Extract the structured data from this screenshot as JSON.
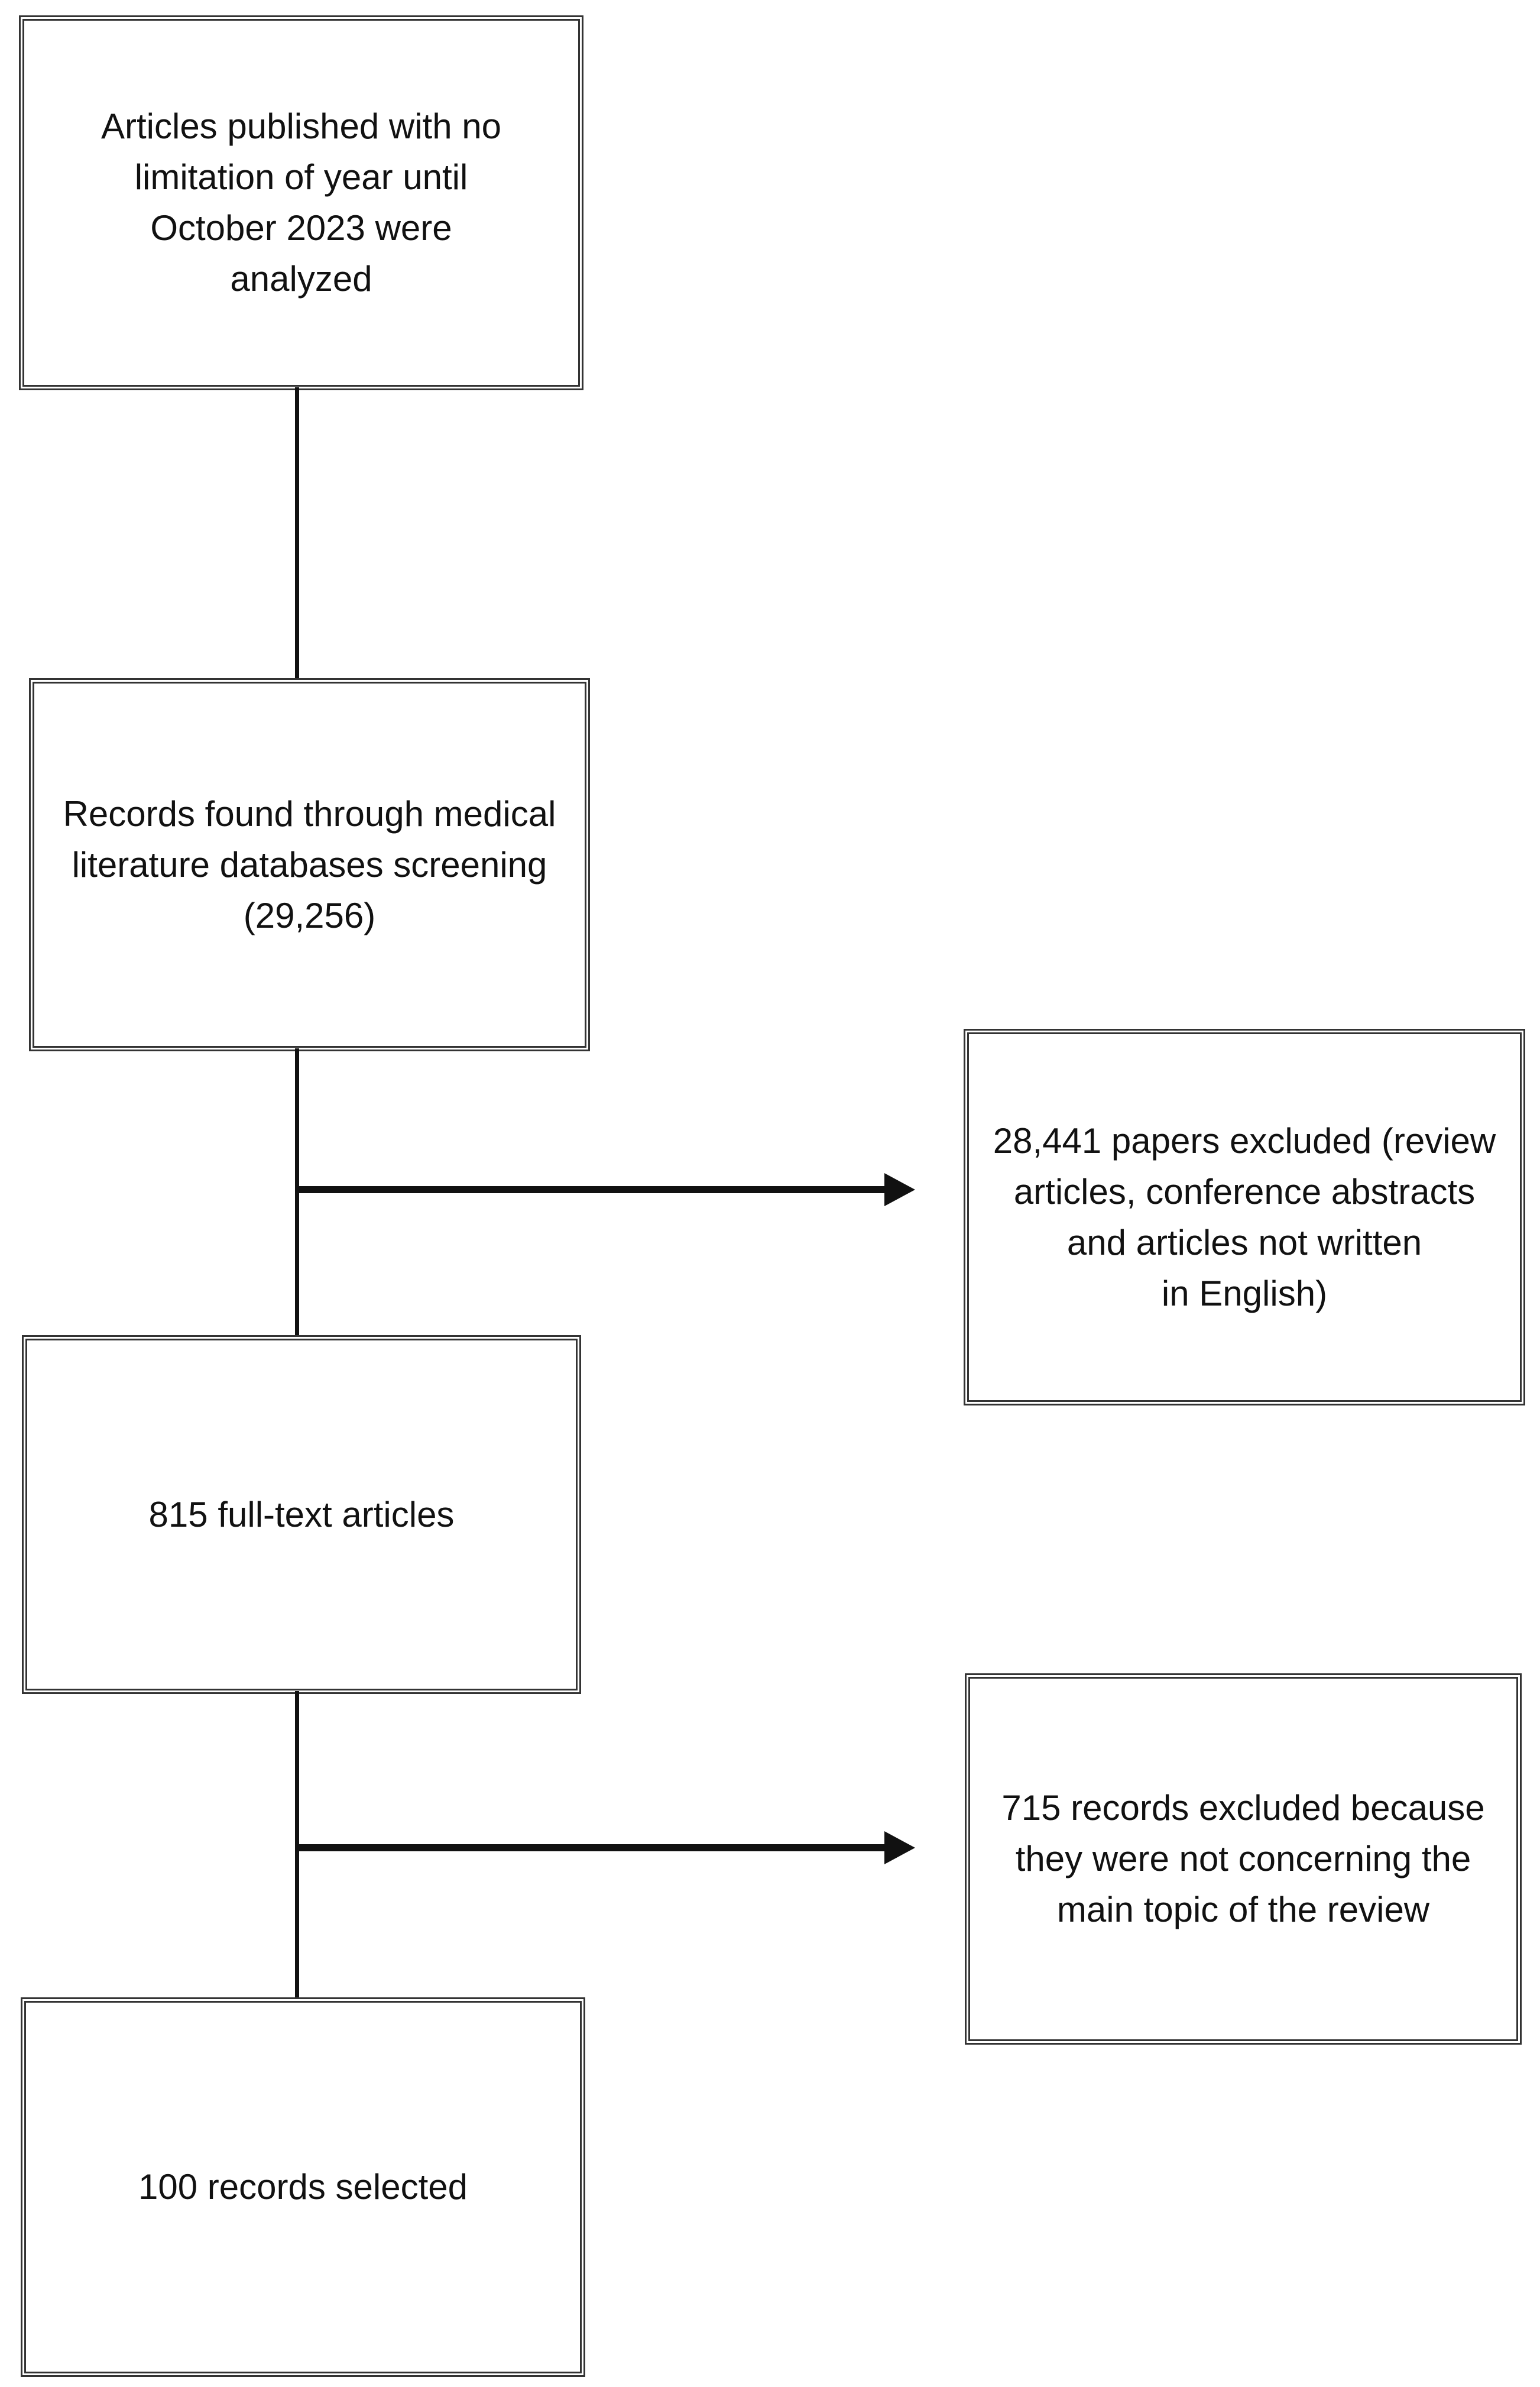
{
  "diagram": {
    "type": "flowchart",
    "colors": {
      "background": "#ffffff",
      "box_border": "#333333",
      "text": "#111111",
      "connector": "#111111"
    },
    "boxes": {
      "articles_analyzed": {
        "text": "Articles published with no\nlimitation of year until\nOctober 2023 were\nanalyzed"
      },
      "records_found": {
        "text": "Records found through medical\nliterature databases screening\n(29,256)"
      },
      "full_text_articles": {
        "text": "815 full-text articles"
      },
      "records_selected": {
        "text": "100 records selected"
      },
      "excluded_screening": {
        "text": "28,441 papers excluded (review\narticles, conference abstracts\nand articles not written\nin English)"
      },
      "excluded_topic": {
        "text": "715 records excluded because\nthey were not concerning the\nmain topic of the review"
      }
    }
  }
}
